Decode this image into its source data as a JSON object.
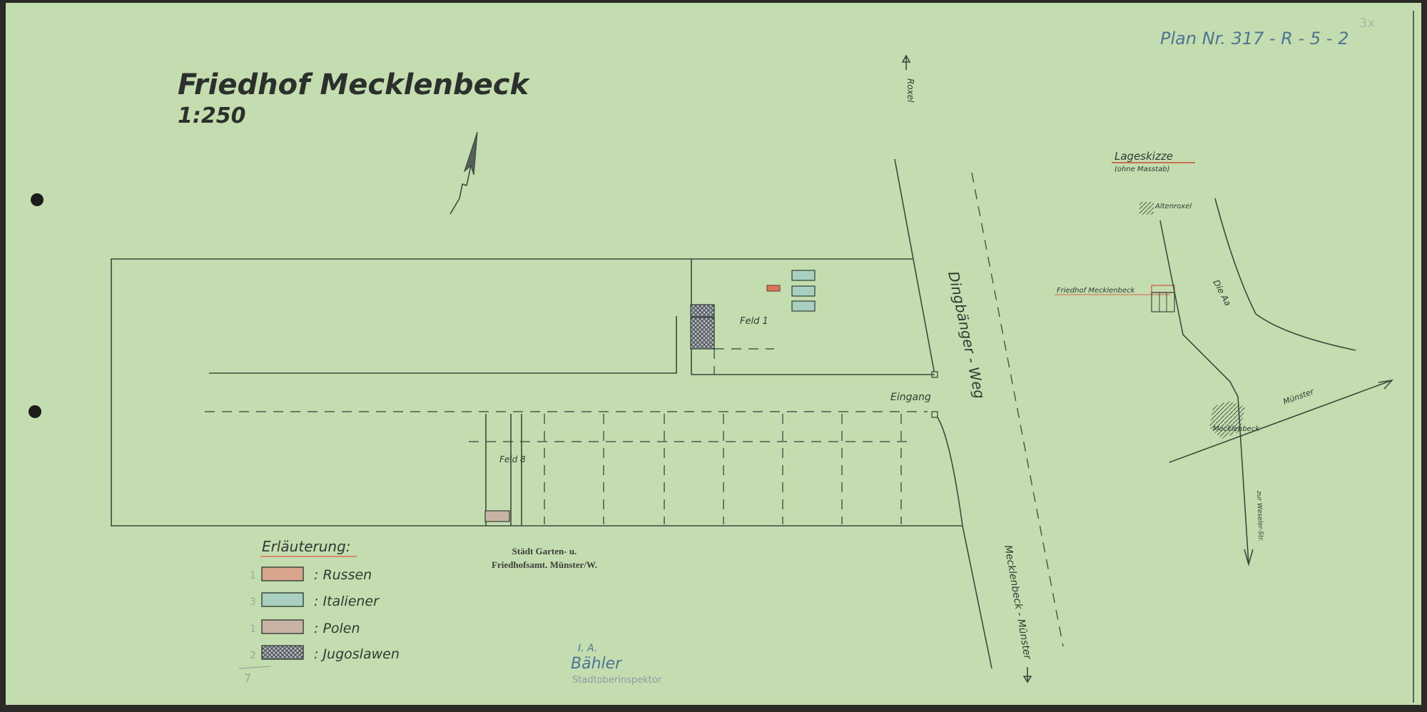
{
  "title": "Friedhof Mecklenbeck",
  "scale": "1:250",
  "plan_number": "Plan Nr. 317 - R - 5 - 2",
  "corner_mark": "3x",
  "main_plan": {
    "roxel_label": "Roxel",
    "road_label": "Dingbänger - Weg",
    "road_south_label": "Mecklenbeck - Münster",
    "entrance_label": "Eingang",
    "field1_label": "Feld 1",
    "field8_label": "Feld 8"
  },
  "legend": {
    "heading": "Erläuterung:",
    "items": [
      {
        "count": "1",
        "label": ": Russen",
        "color": "#d9a58c"
      },
      {
        "count": "3",
        "label": ": Italiener",
        "color": "#a9cfc0"
      },
      {
        "count": "1",
        "label": ": Polen",
        "color": "#c9b3a6"
      },
      {
        "count": "2",
        "label": ": Jugoslawen",
        "color": "#8a8f96"
      }
    ],
    "total": "7"
  },
  "stamp": {
    "line1": "Städt Garten- u.",
    "line2": "Friedhofsamt. Münster/W.",
    "ia": "I. A.",
    "signature": "Bähler",
    "role": "Stadtoberinspektor"
  },
  "location_sketch": {
    "heading": "Lageskizze",
    "subheading": "(ohne Masstab)",
    "altenroxel": "Altenroxel",
    "cemetery": "Friedhof Mecklenbeck",
    "river": "Die Aa",
    "muenster": "Münster",
    "village": "Mecklenbeck",
    "weseler": "zur Weseler-Str."
  },
  "colors": {
    "paper": "#c4ddb0",
    "ink": "#3a4a3c",
    "russen": "#d9765c",
    "italiener": "#a9cfc0"
  }
}
